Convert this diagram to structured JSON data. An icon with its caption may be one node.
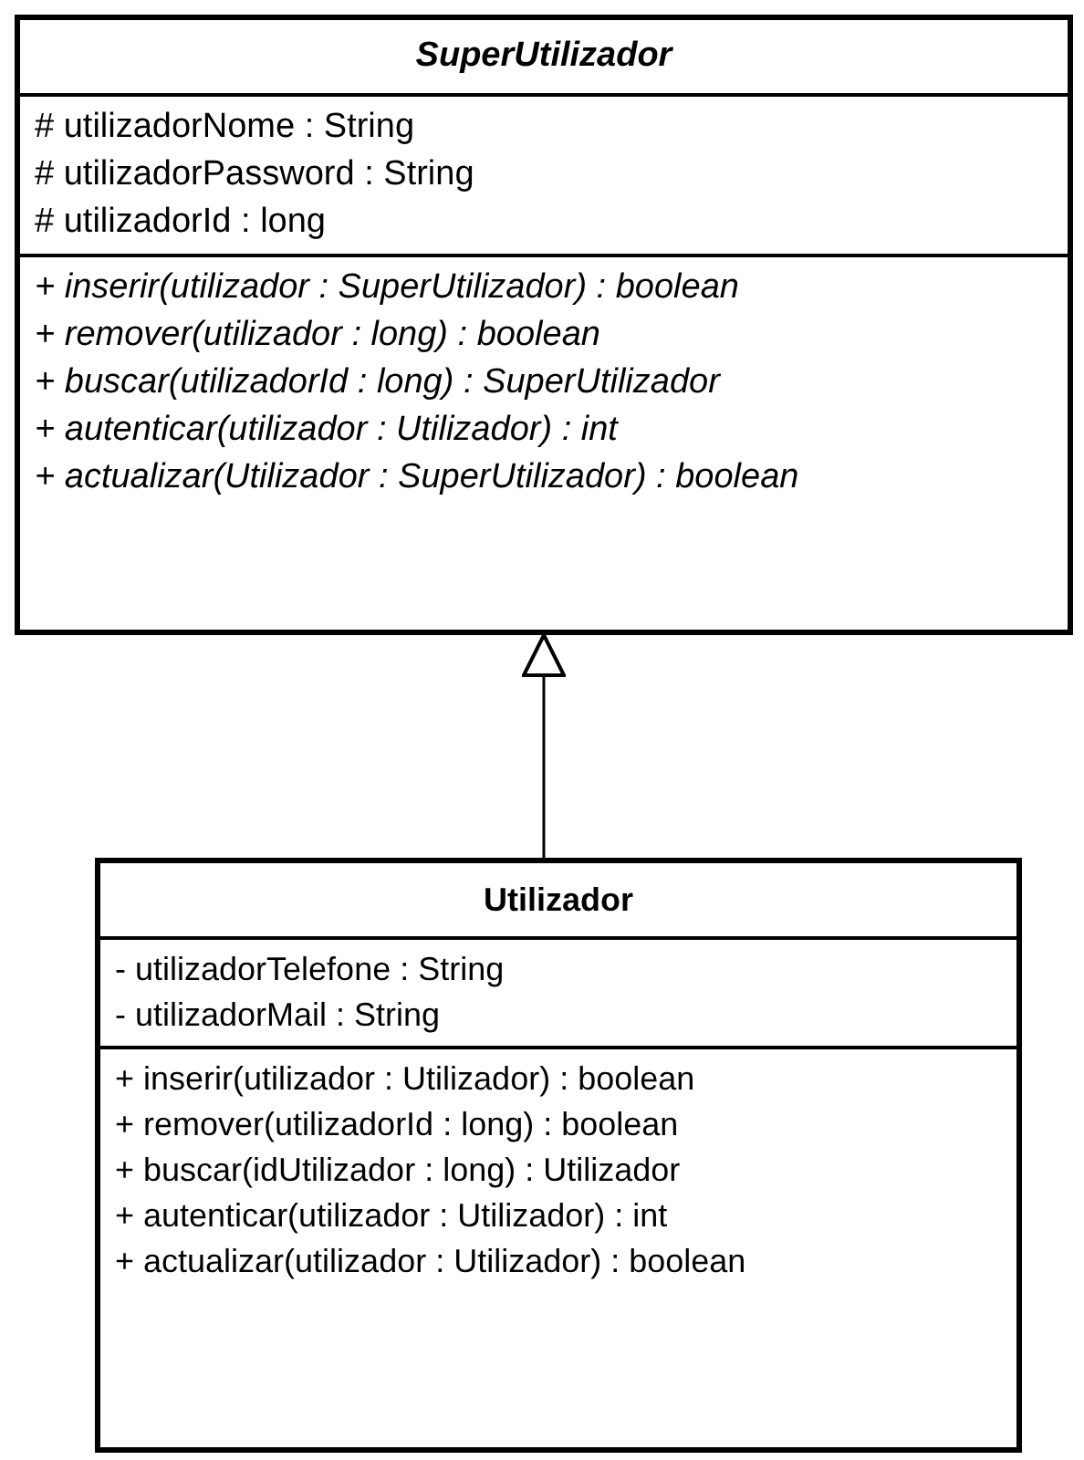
{
  "diagram": {
    "nodes": [
      {
        "text": [
          "SuperUtilizador"
        ]
      },
      {
        "text": [
          "# utilizadorNome : String",
          "# utilizadorPassword : String",
          "# utilizadorId : long"
        ],
        "in": 0
      },
      {
        "text": [
          "+ inserir(utilizador : SuperUtilizador) : boolean",
          "+ remover(utilizador : long) : boolean",
          "+ buscar(utilizadorId : long) : SuperUtilizador",
          "+ autenticar(utilizador : Utilizador) : int",
          "+ actualizar(Utilizador : SuperUtilizador) : boolean"
        ],
        "in": 0
      },
      {
        "text": [
          "Utilizador"
        ]
      },
      {
        "text": [
          "- utilizadorTelefone : String",
          "- utilizadorMail : String"
        ],
        "in": 3
      },
      {
        "text": [
          "+ inserir(utilizador : Utilizador) : boolean",
          "+ remover(utilizadorId : long) : boolean",
          "+ buscar(idUtilizador : long) : Utilizador",
          "+ autenticar(utilizador : Utilizador) : int",
          "+ actualizar(utilizador : Utilizador) : boolean"
        ],
        "in": 3
      }
    ],
    "edges": [
      {
        "from": 3,
        "to": 0,
        "arrow": "to"
      }
    ]
  }
}
